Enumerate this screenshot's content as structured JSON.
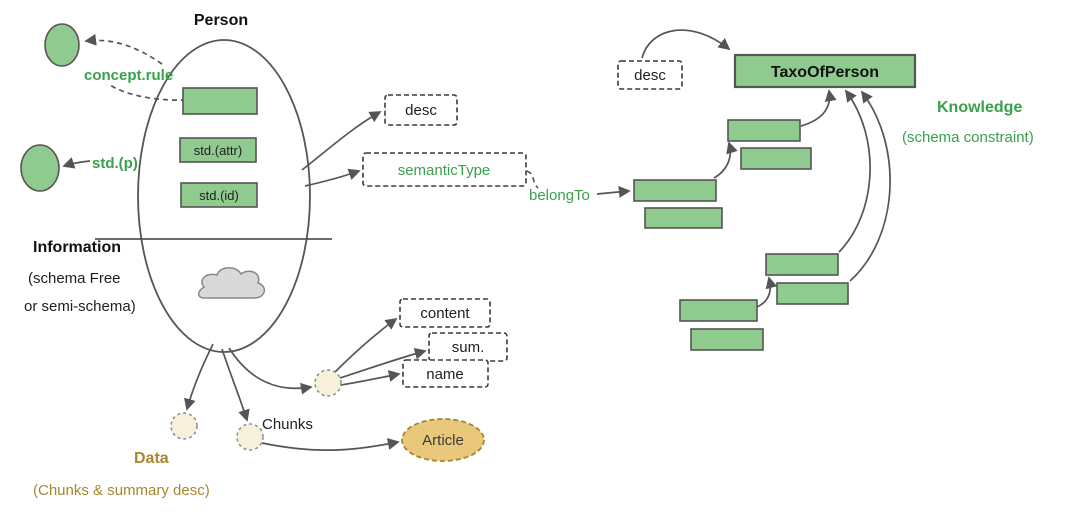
{
  "diagram": {
    "information_section": {
      "person": "Person",
      "concept_rule": "concept.rule",
      "std_p": "std.(p)",
      "std_attr": "std.(attr)",
      "std_id": "std.(id)",
      "information": "Information",
      "information_sub1": "(schema Free",
      "information_sub2": "or semi-schema)",
      "desc": "desc",
      "semantic_type": "semanticType"
    },
    "data_section": {
      "chunks": "Chunks",
      "content": "content",
      "sum": "sum.",
      "name": "name",
      "article": "Article",
      "data": "Data",
      "data_sub": "(Chunks & summary desc)"
    },
    "knowledge_section": {
      "desc": "desc",
      "taxo": "TaxoOfPerson",
      "knowledge": "Knowledge",
      "knowledge_sub": "(schema constraint)",
      "belong_to": "belongTo"
    },
    "colors": {
      "node_green": "#8fcb8f",
      "green_text": "#38a14c",
      "olive_text": "#a8862d",
      "article_fill": "#e9c87b",
      "chunk_fill": "#f7f0da",
      "cloud_fill": "#d9d9d9",
      "stroke": "#555555"
    }
  }
}
